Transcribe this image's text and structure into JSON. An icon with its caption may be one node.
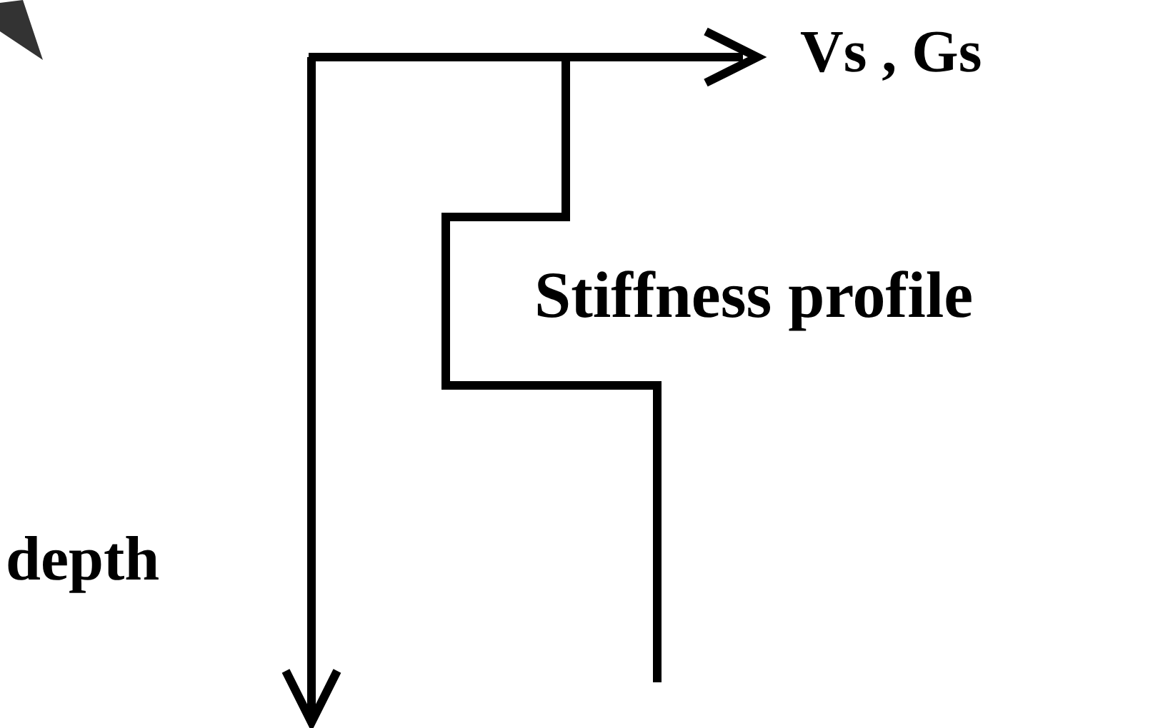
{
  "diagram": {
    "labels": [
      "Vs , Gs",
      "Stiffness profile",
      "depth"
    ]
  }
}
